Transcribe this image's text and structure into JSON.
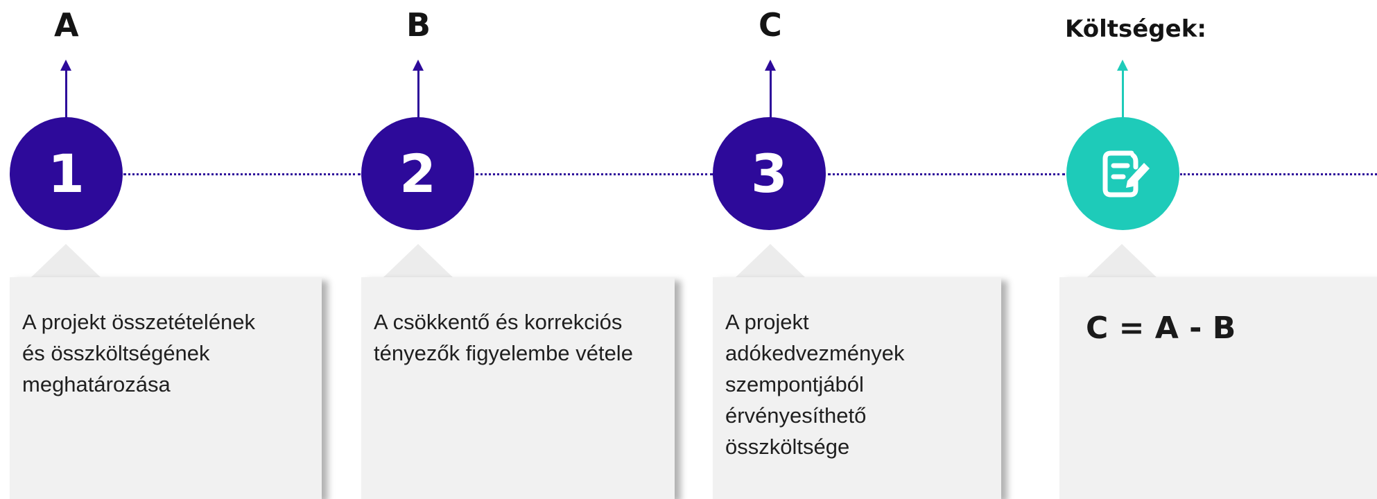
{
  "colors": {
    "primary": "#2d0a9a",
    "accent": "#1ecbb9",
    "card_bg": "#f1f1f1",
    "text": "#1f1f1f"
  },
  "steps": [
    {
      "label": "A",
      "number": "1",
      "description": "A projekt összetételének és összköltségének meghatározása"
    },
    {
      "label": "B",
      "number": "2",
      "description": "A csökkentő és korrekciós tényezők figyelembe vétele"
    },
    {
      "label": "C",
      "number": "3",
      "description": "A projekt adókedvezmények szempontjából érvényesíthető összköltsége"
    },
    {
      "label": "Költségek:",
      "icon": "document-edit-icon",
      "formula": "C = A - B"
    }
  ]
}
